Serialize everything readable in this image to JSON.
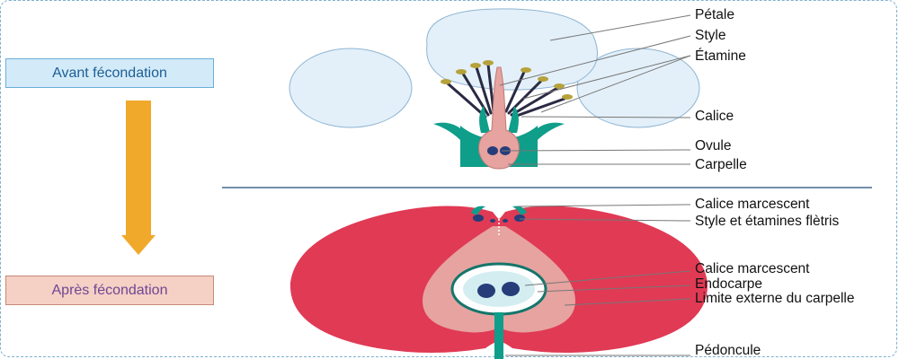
{
  "stages": {
    "before": "Avant fécondation",
    "after": "Après fécondation"
  },
  "flower_labels": [
    "Pétale",
    "Style",
    "Étamine",
    "Calice",
    "Ovule",
    "Carpelle"
  ],
  "fruit_labels": [
    "Calice marcescent",
    "Style et étamines flètris",
    "Calice marcescent",
    "Endocarpe",
    "Limite externe du carpelle",
    "Pédoncule"
  ],
  "colors": {
    "frame": "#7fb0d0",
    "arrow": "#f0a92a",
    "petal": "#e3f0f9",
    "sepal": "#0f9e8a",
    "fruit": "#e03a55",
    "fruit_inner": "#e6a3a0",
    "seed": "#263d7a"
  }
}
